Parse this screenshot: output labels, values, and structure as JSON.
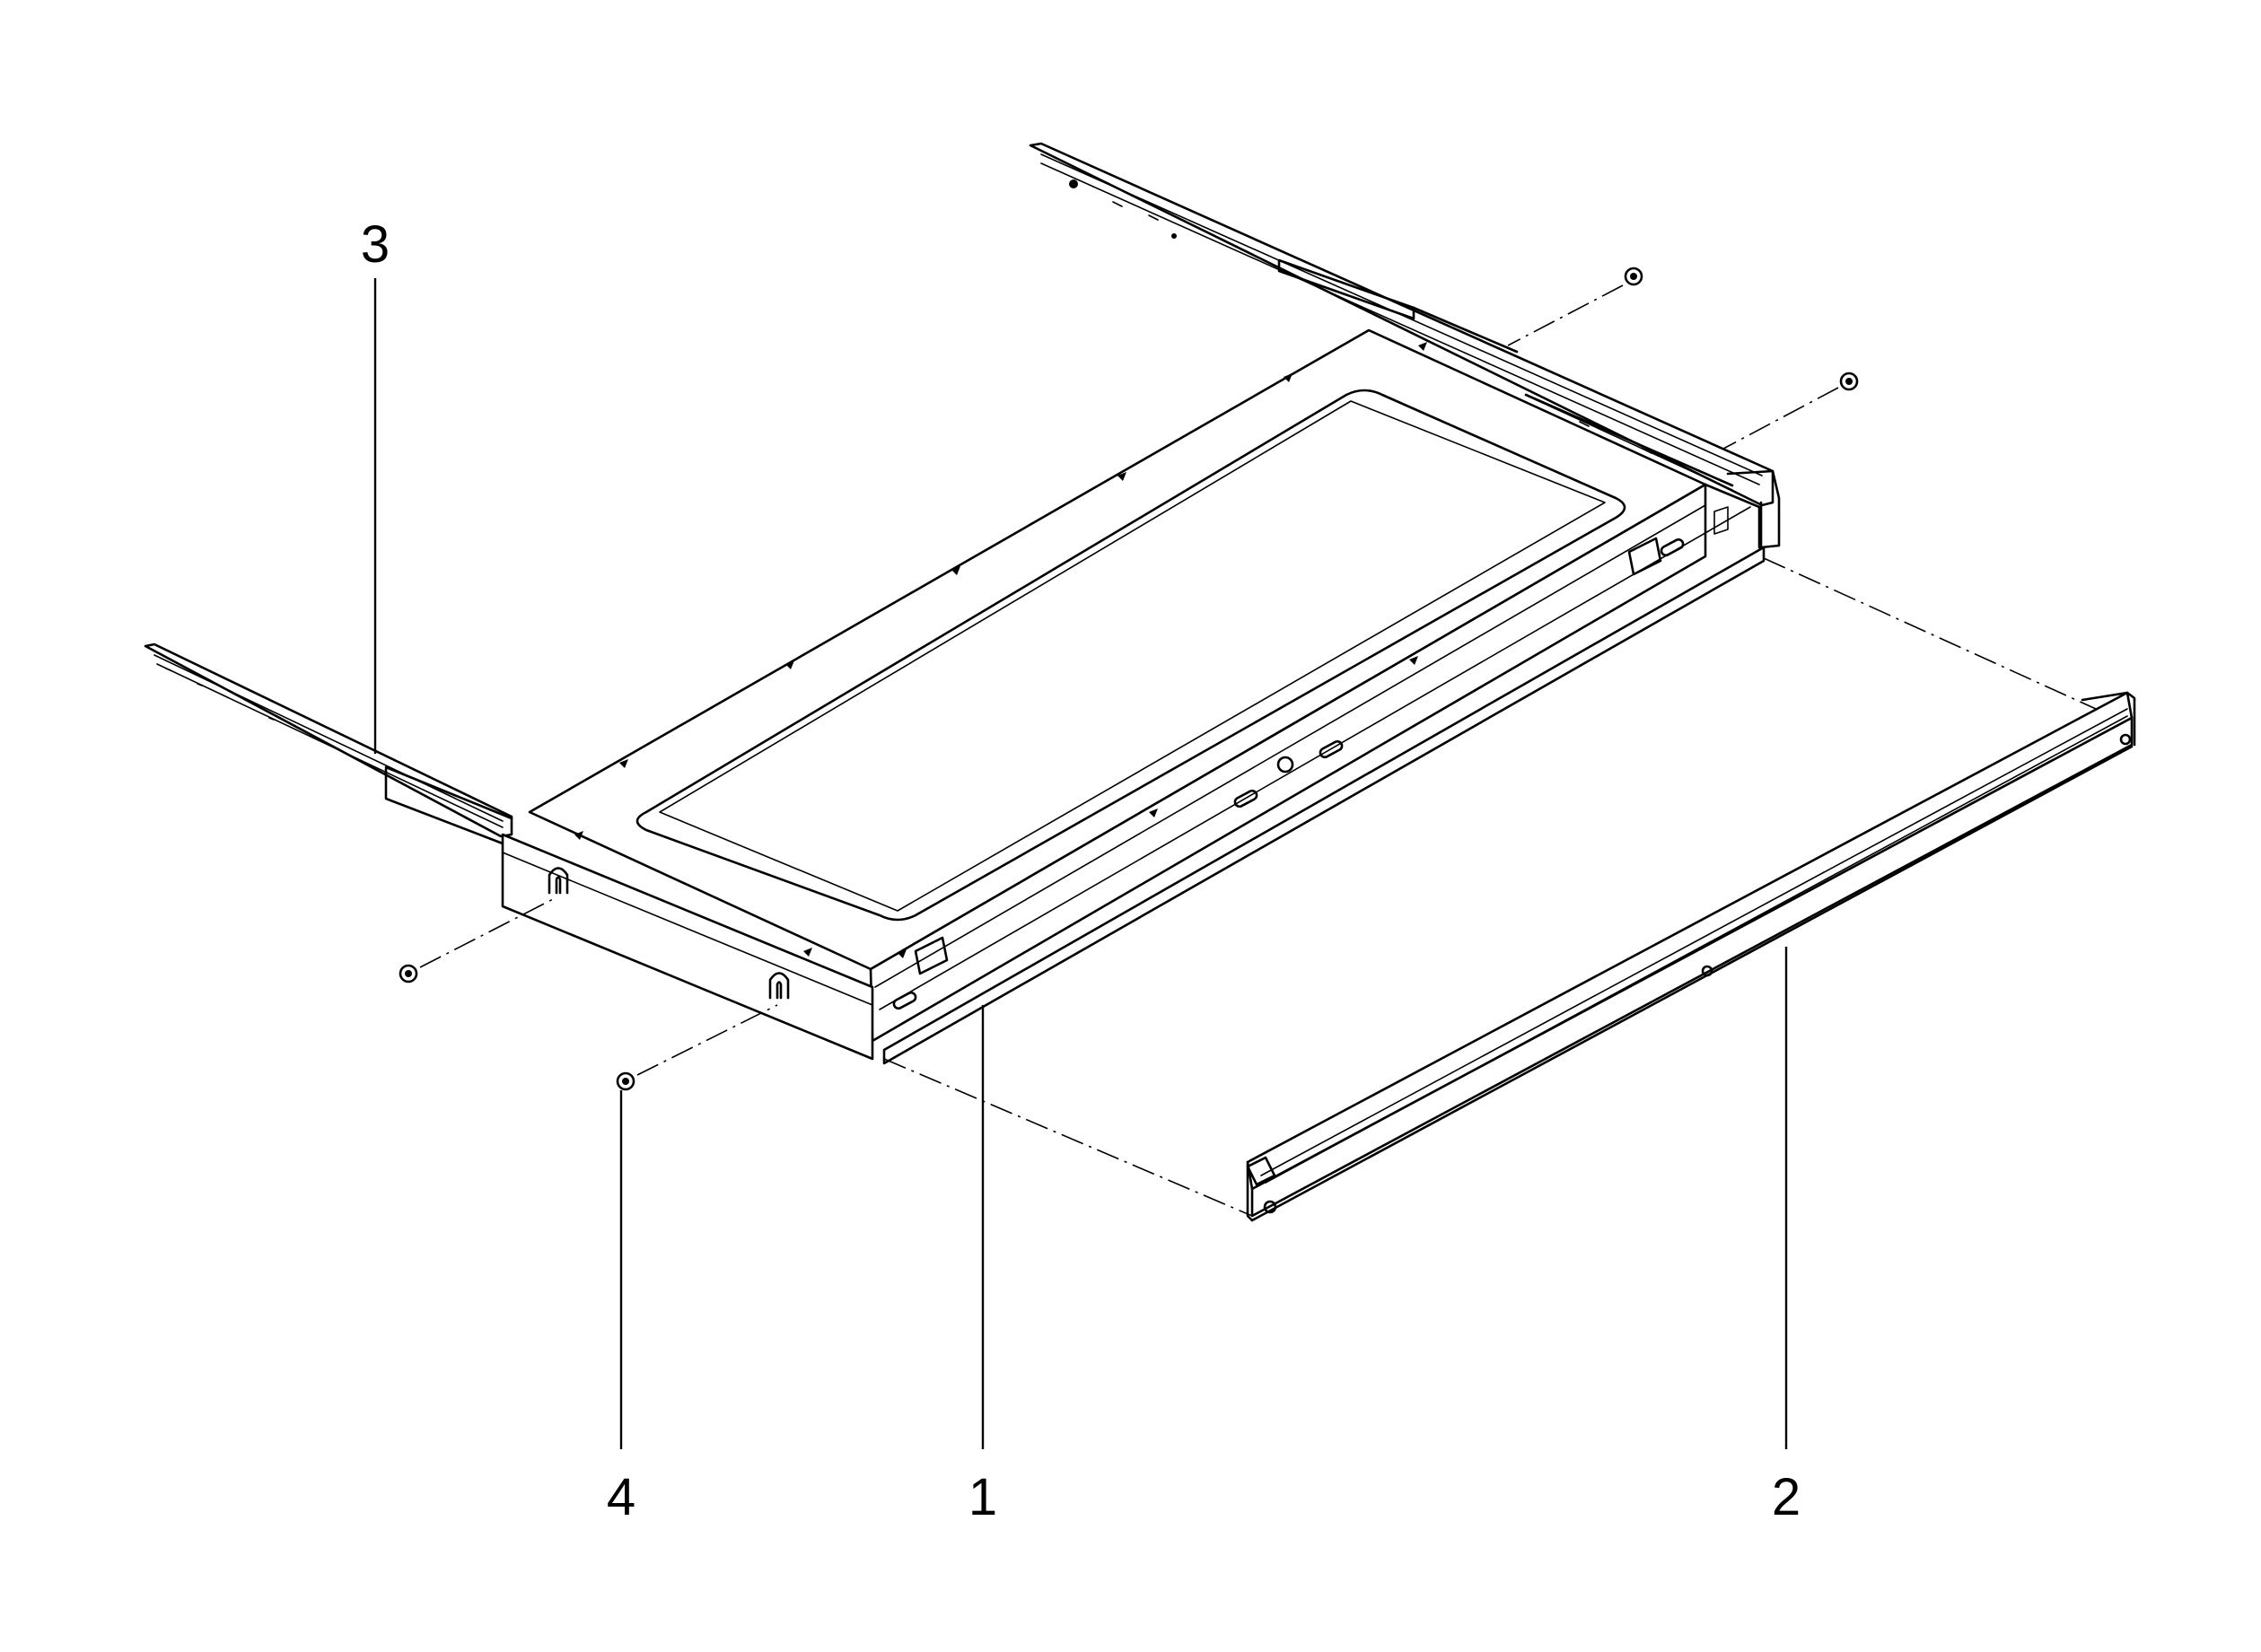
{
  "colors": {
    "background": "#ffffff",
    "line": "#000000"
  },
  "callouts": [
    {
      "id": "tray-frame",
      "label": "1"
    },
    {
      "id": "front-rail",
      "label": "2"
    },
    {
      "id": "slide-rail",
      "label": "3"
    },
    {
      "id": "screw",
      "label": "4"
    }
  ]
}
